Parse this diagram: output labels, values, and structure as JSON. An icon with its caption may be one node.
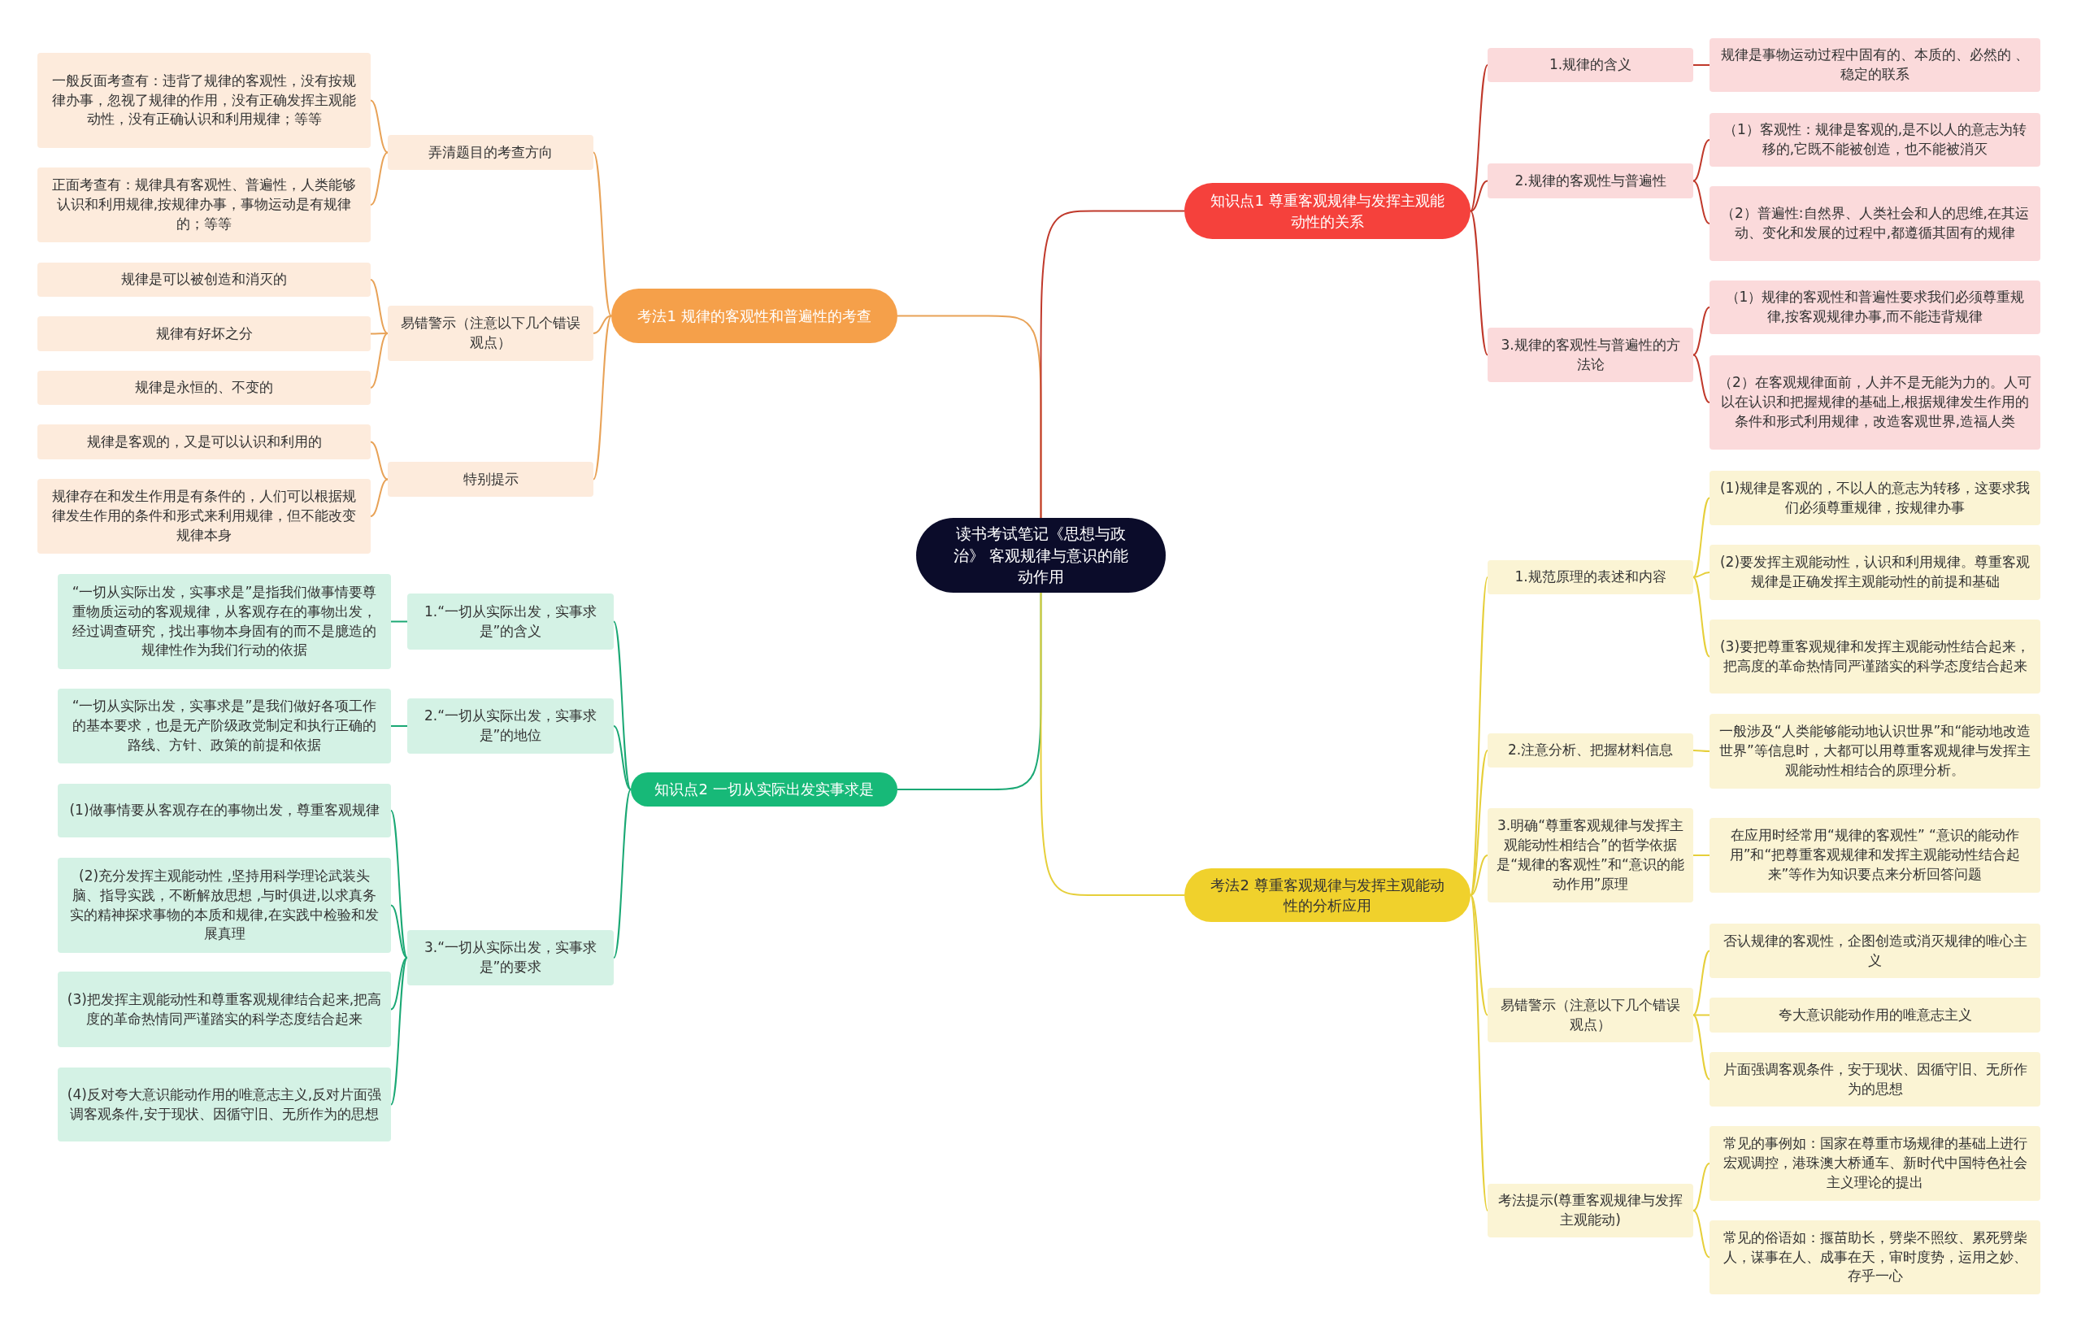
{
  "diagram": {
    "nodes": [
      {
        "text": [
          "读书考试笔记《思想与政治》 客观规律与意识的能动作用"
        ]
      },
      {
        "text": [
          "考法1 规律的客观性和普遍性的考查"
        ]
      },
      {
        "text": [
          "弄清题目的考查方向"
        ]
      },
      {
        "text": [
          "一般反面考查有：违背了规律的客观性，没有按规律办事，忽视了规律的作用，没有正确发挥主观能动性，没有正确认识和利用规律；等等"
        ]
      },
      {
        "text": [
          "正面考查有：规律具有客观性、普遍性，人类能够认识和利用规律,按规律办事，事物运动是有规律的；等等"
        ]
      },
      {
        "text": [
          "易错警示（注意以下几个错误观点）"
        ]
      },
      {
        "text": [
          "规律是可以被创造和消灭的"
        ]
      },
      {
        "text": [
          "规律有好坏之分"
        ]
      },
      {
        "text": [
          "规律是永恒的、不变的"
        ]
      },
      {
        "text": [
          "特别提示"
        ]
      },
      {
        "text": [
          "规律是客观的，又是可以认识和利用的"
        ]
      },
      {
        "text": [
          "规律存在和发生作用是有条件的，人们可以根据规律发生作用的条件和形式来利用规律，但不能改变规律本身"
        ]
      },
      {
        "text": [
          "知识点2 一切从实际出发实事求是"
        ]
      },
      {
        "text": [
          "1.“一切从实际出发，实事求是”的含义"
        ]
      },
      {
        "text": [
          "“一切从实际出发，实事求是”是指我们做事情要尊重物质运动的客观规律，从客观存在的事物出发，经过调查研究，找出事物本身固有的而不是臆造的规律性作为我们行动的依据"
        ]
      },
      {
        "text": [
          "2.“一切从实际出发，实事求是”的地位"
        ]
      },
      {
        "text": [
          "“一切从实际出发，实事求是”是我们做好各项工作的基本要求，也是无产阶级政党制定和执行正确的路线、方针、政策的前提和依据"
        ]
      },
      {
        "text": [
          "3.“一切从实际出发，实事求是”的要求"
        ]
      },
      {
        "text": [
          "(1)做事情要从客观存在的事物出发，尊重客观规律"
        ]
      },
      {
        "text": [
          "(2)充分发挥主观能动性 ,坚持用科学理论武装头脑、指导实践，不断解放思想 ,与时俱进,以求真务实的精神探求事物的本质和规律,在实践中检验和发展真理"
        ]
      },
      {
        "text": [
          "(3)把发挥主观能动性和尊重客观规律结合起来,把高度的革命热情同严谨踏实的科学态度结合起来"
        ]
      },
      {
        "text": [
          "(4)反对夸大意识能动作用的唯意志主义,反对片面强调客观条件,安于现状、因循守旧、无所作为的思想"
        ]
      },
      {
        "text": [
          "知识点1 尊重客观规律与发挥主观能动性的关系"
        ]
      },
      {
        "text": [
          "1.规律的含义"
        ]
      },
      {
        "text": [
          "规律是事物运动过程中固有的、本质的、必然的 、稳定的联系"
        ]
      },
      {
        "text": [
          "2.规律的客观性与普遍性"
        ]
      },
      {
        "text": [
          "（1）客观性：规律是客观的,是不以人的意志为转移的,它既不能被创造，也不能被消灭"
        ]
      },
      {
        "text": [
          "（2）普遍性:自然界、人类社会和人的思维,在其运动、变化和发展的过程中,都遵循其固有的规律"
        ]
      },
      {
        "text": [
          "3.规律的客观性与普遍性的方法论"
        ]
      },
      {
        "text": [
          "（1）规律的客观性和普遍性要求我们必须尊重规律,按客观规律办事,而不能违背规律"
        ]
      },
      {
        "text": [
          "（2）在客观规律面前，人并不是无能为力的。人可以在认识和把握规律的基础上,根据规律发生作用的条件和形式利用规律，改造客观世界,造福人类"
        ]
      },
      {
        "text": [
          "考法2 尊重客观规律与发挥主观能动性的分析应用"
        ]
      },
      {
        "text": [
          "1.规范原理的表述和内容"
        ]
      },
      {
        "text": [
          "(1)规律是客观的，不以人的意志为转移，这要求我们必须尊重规律，按规律办事"
        ]
      },
      {
        "text": [
          "(2)要发挥主观能动性，认识和利用规律。尊重客观规律是正确发挥主观能动性的前提和基础"
        ]
      },
      {
        "text": [
          "(3)要把尊重客观规律和发挥主观能动性结合起来，把高度的革命热情同严谨踏实的科学态度结合起来"
        ]
      },
      {
        "text": [
          "2.注意分析、把握材料信息"
        ]
      },
      {
        "text": [
          "一般涉及“人类能够能动地认识世界”和“能动地改造世界”等信息时，大都可以用尊重客观规律与发挥主观能动性相结合的原理分析。"
        ]
      },
      {
        "text": [
          "3.明确“尊重客观规律与发挥主观能动性相结合”的哲学依据是“规律的客观性”和“意识的能动作用”原理"
        ]
      },
      {
        "text": [
          "在应用时经常用“规律的客观性” “意识的能动作用”和“把尊重客观规律和发挥主观能动性结合起来”等作为知识要点来分析回答问题"
        ]
      },
      {
        "text": [
          "易错警示（注意以下几个错误观点）"
        ]
      },
      {
        "text": [
          "否认规律的客观性，企图创造或消灭规律的唯心主义"
        ]
      },
      {
        "text": [
          "夸大意识能动作用的唯意志主义"
        ]
      },
      {
        "text": [
          "片面强调客观条件，安于现状、因循守旧、无所作为的思想"
        ]
      },
      {
        "text": [
          "考法提示(尊重客观规律与发挥主观能动)"
        ]
      },
      {
        "text": [
          "常见的事例如：国家在尊重市场规律的基础上进行宏观调控，港珠澳大桥通车、新时代中国特色社会主义理论的提出"
        ]
      },
      {
        "text": [
          "常见的俗语如：揠苗助长，劈柴不照纹、累死劈柴人，谋事在人、成事在天，审时度势，运用之妙、存乎一心"
        ]
      }
    ],
    "edges": [
      {
        "from": 0,
        "to": 1,
        "arrow": "none",
        "color": "#e8a257"
      },
      {
        "from": 0,
        "to": 12,
        "arrow": "none",
        "color": "#1aa874"
      },
      {
        "from": 0,
        "to": 22,
        "arrow": "none",
        "color": "#c0392b"
      },
      {
        "from": 0,
        "to": 31,
        "arrow": "none",
        "color": "#e6cf3a"
      },
      {
        "from": 1,
        "to": 2,
        "arrow": "none",
        "color": "#e8a257"
      },
      {
        "from": 1,
        "to": 5,
        "arrow": "none",
        "color": "#e8a257"
      },
      {
        "from": 1,
        "to": 9,
        "arrow": "none",
        "color": "#e8a257"
      },
      {
        "from": 2,
        "to": 3,
        "arrow": "none",
        "color": "#e8a257"
      },
      {
        "from": 2,
        "to": 4,
        "arrow": "none",
        "color": "#e8a257"
      },
      {
        "from": 5,
        "to": 6,
        "arrow": "none",
        "color": "#e8a257"
      },
      {
        "from": 5,
        "to": 7,
        "arrow": "none",
        "color": "#e8a257"
      },
      {
        "from": 5,
        "to": 8,
        "arrow": "none",
        "color": "#e8a257"
      },
      {
        "from": 9,
        "to": 10,
        "arrow": "none",
        "color": "#e8a257"
      },
      {
        "from": 9,
        "to": 11,
        "arrow": "none",
        "color": "#e8a257"
      },
      {
        "from": 12,
        "to": 13,
        "arrow": "none",
        "color": "#1aa874"
      },
      {
        "from": 12,
        "to": 15,
        "arrow": "none",
        "color": "#1aa874"
      },
      {
        "from": 12,
        "to": 17,
        "arrow": "none",
        "color": "#1aa874"
      },
      {
        "from": 13,
        "to": 14,
        "arrow": "none",
        "color": "#1aa874"
      },
      {
        "from": 15,
        "to": 16,
        "arrow": "none",
        "color": "#1aa874"
      },
      {
        "from": 17,
        "to": 18,
        "arrow": "none",
        "color": "#1aa874"
      },
      {
        "from": 17,
        "to": 19,
        "arrow": "none",
        "color": "#1aa874"
      },
      {
        "from": 17,
        "to": 20,
        "arrow": "none",
        "color": "#1aa874"
      },
      {
        "from": 17,
        "to": 21,
        "arrow": "none",
        "color": "#1aa874"
      },
      {
        "from": 22,
        "to": 23,
        "arrow": "none",
        "color": "#c0392b"
      },
      {
        "from": 22,
        "to": 25,
        "arrow": "none",
        "color": "#c0392b"
      },
      {
        "from": 22,
        "to": 28,
        "arrow": "none",
        "color": "#c0392b"
      },
      {
        "from": 23,
        "to": 24,
        "arrow": "none",
        "color": "#c0392b"
      },
      {
        "from": 25,
        "to": 26,
        "arrow": "none",
        "color": "#c0392b"
      },
      {
        "from": 25,
        "to": 27,
        "arrow": "none",
        "color": "#c0392b"
      },
      {
        "from": 28,
        "to": 29,
        "arrow": "none",
        "color": "#c0392b"
      },
      {
        "from": 28,
        "to": 30,
        "arrow": "none",
        "color": "#c0392b"
      },
      {
        "from": 31,
        "to": 32,
        "arrow": "none",
        "color": "#e6cf3a"
      },
      {
        "from": 31,
        "to": 36,
        "arrow": "none",
        "color": "#e6cf3a"
      },
      {
        "from": 31,
        "to": 38,
        "arrow": "none",
        "color": "#e6cf3a"
      },
      {
        "from": 31,
        "to": 40,
        "arrow": "none",
        "color": "#e6cf3a"
      },
      {
        "from": 31,
        "to": 44,
        "arrow": "none",
        "color": "#e6cf3a"
      },
      {
        "from": 32,
        "to": 33,
        "arrow": "none",
        "color": "#e6cf3a"
      },
      {
        "from": 32,
        "to": 34,
        "arrow": "none",
        "color": "#e6cf3a"
      },
      {
        "from": 32,
        "to": 35,
        "arrow": "none",
        "color": "#e6cf3a"
      },
      {
        "from": 36,
        "to": 37,
        "arrow": "none",
        "color": "#e6cf3a"
      },
      {
        "from": 38,
        "to": 39,
        "arrow": "none",
        "color": "#e6cf3a"
      },
      {
        "from": 40,
        "to": 41,
        "arrow": "none",
        "color": "#e6cf3a"
      },
      {
        "from": 40,
        "to": 42,
        "arrow": "none",
        "color": "#e6cf3a"
      },
      {
        "from": 40,
        "to": 43,
        "arrow": "none",
        "color": "#e6cf3a"
      },
      {
        "from": 44,
        "to": 45,
        "arrow": "none",
        "color": "#e6cf3a"
      },
      {
        "from": 44,
        "to": 46,
        "arrow": "none",
        "color": "#e6cf3a"
      }
    ]
  }
}
